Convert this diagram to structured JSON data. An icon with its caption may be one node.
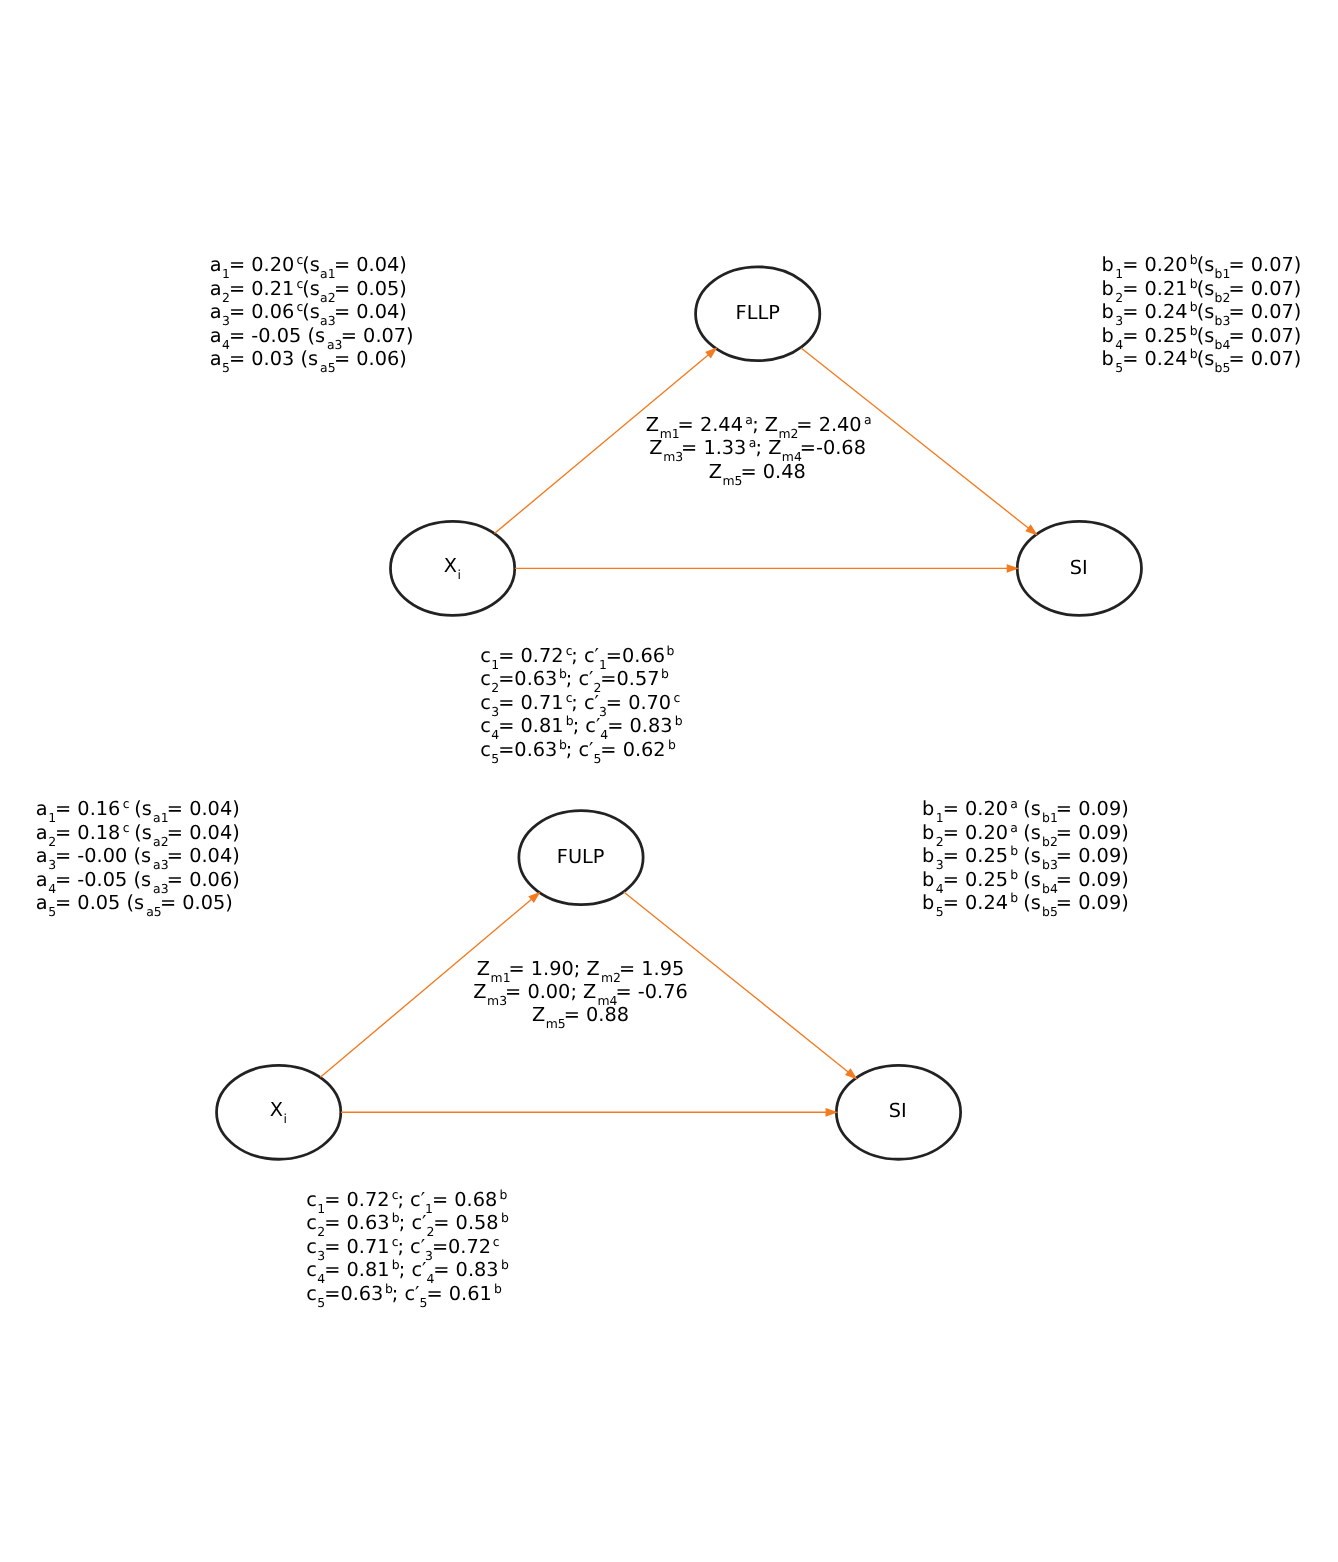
{
  "diagram": {
    "nodes": [
      {
        "text": [
          "FLLP"
        ]
      },
      {
        "text": [
          "X$_{i}$"
        ]
      },
      {
        "text": [
          "SI"
        ]
      },
      {
        "text": [
          "FULP"
        ]
      },
      {
        "text": [
          "X$_{i}$"
        ]
      },
      {
        "text": [
          "SI"
        ]
      }
    ],
    "edges": [
      {
        "from": 1,
        "to": 0,
        "arrow": "to",
        "color": "#f47b20"
      },
      {
        "from": 0,
        "to": 2,
        "arrow": "to",
        "color": "#f47b20"
      },
      {
        "from": 1,
        "to": 2,
        "arrow": "to",
        "color": "#f47b20"
      },
      {
        "from": 4,
        "to": 3,
        "arrow": "to",
        "color": "#f47b20"
      },
      {
        "from": 3,
        "to": 5,
        "arrow": "to",
        "color": "#f47b20"
      },
      {
        "from": 4,
        "to": 5,
        "arrow": "to",
        "color": "#f47b20"
      }
    ],
    "labels": [
      "a$_{1}$= 0.20$^{c}$(s$_{a1}$= 0.04)",
      "a$_{2}$= 0.21$^{c}$(s$_{a2}$= 0.05)",
      "a$_{3}$= 0.06$^{c}$(s$_{a3}$= 0.04)",
      "a$_{4}$= -0.05 (s$_{a3}$= 0.07)",
      "a$_{5}$= 0.03 (s$_{a5}$= 0.06)",
      "b$_{1}$= 0.20$^{b}$(s$_{b1}$= 0.07)",
      "b$_{2}$= 0.21$^{b}$(s$_{b2}$= 0.07)",
      "b$_{3}$= 0.24$^{b}$(s$_{b3}$= 0.07)",
      "b$_{4}$= 0.25$^{b}$(s$_{b4}$= 0.07)",
      "b$_{5}$= 0.24$^{b}$(s$_{b5}$= 0.07)",
      "Z$_{m1}$= 2.44$^{a}$; Z$_{m2}$= 2.40$^{a}$",
      "Z$_{m3}$= 1.33$^{a}$; Z$_{m4}$=-0.68",
      "Z$_{m5}$= 0.48",
      "c$_{1}$= 0.72$^{c}$; c′$_{1}$=0.66$^{b}$",
      "c$_{2}$=0.63$^{b}$; c′$_{2}$=0.57$^{b}$",
      "c$_{3}$= 0.71$^{c}$; c′$_{3}$= 0.70$^{c}$",
      "c$_{4}$= 0.81$^{b}$; c′$_{4}$= 0.83$^{b}$",
      "c$_{5}$=0.63$^{b}$; c′$_{5}$= 0.62$^{b}$",
      "a$_{1}$= 0.16$^{c}$ (s$_{a1}$= 0.04)",
      "a$_{2}$= 0.18$^{c}$ (s$_{a2}$= 0.04)",
      "a$_{3}$= -0.00 (s$_{a3}$= 0.04)",
      "a$_{4}$= -0.05 (s$_{a3}$= 0.06)",
      "a$_{5}$= 0.05 (s$_{a5}$= 0.05)",
      "b$_{1}$= 0.20$^{a}$ (s$_{b1}$= 0.09)",
      "b$_{2}$= 0.20$^{a}$ (s$_{b2}$= 0.09)",
      "b$_{3}$= 0.25$^{b}$ (s$_{b3}$= 0.09)",
      "b$_{4}$= 0.25$^{b}$ (s$_{b4}$= 0.09)",
      "b$_{5}$= 0.24$^{b}$ (s$_{b5}$= 0.09)",
      "Z$_{m1}$= 1.90; Z$_{m2}$= 1.95",
      "Z$_{m3}$= 0.00; Z$_{m4}$= -0.76",
      "Z$_{m5}$= 0.88",
      "c$_{1}$= 0.72$^{c}$; c′$_{1}$= 0.68$^{b}$",
      "c$_{2}$= 0.63$^{b}$; c′$_{2}$= 0.58$^{b}$",
      "c$_{3}$= 0.71$^{c}$; c′$_{3}$=0.72$^{c}$",
      "c$_{4}$= 0.81$^{b}$; c′$_{4}$= 0.83$^{b}$",
      "c$_{5}$=0.63$^{b}$; c′$_{5}$= 0.61$^{b}$"
    ]
  }
}
